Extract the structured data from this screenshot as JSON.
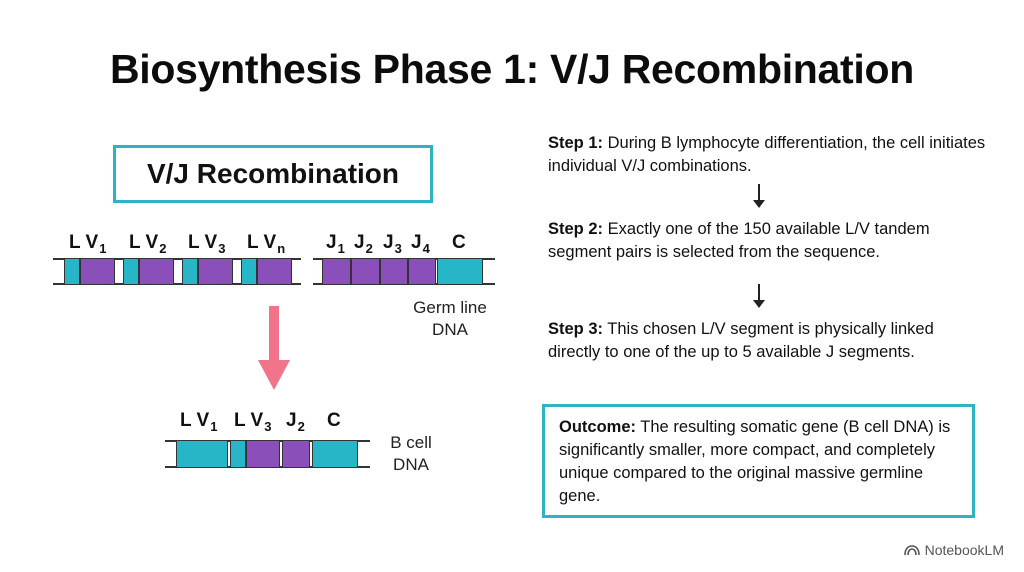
{
  "title": "Biosynthesis Phase 1: V/J Recombination",
  "diagram": {
    "box_label": "V/J Recombination",
    "germline": {
      "labels": [
        {
          "main": "L V",
          "sub": "1"
        },
        {
          "main": "L V",
          "sub": "2"
        },
        {
          "main": "L V",
          "sub": "3"
        },
        {
          "main": "L V",
          "sub": "n"
        },
        {
          "main": "J",
          "sub": "1"
        },
        {
          "main": "J",
          "sub": "2"
        },
        {
          "main": "J",
          "sub": "3"
        },
        {
          "main": "J",
          "sub": "4"
        },
        {
          "main": "C",
          "sub": ""
        }
      ],
      "caption_line1": "Germ line",
      "caption_line2": "DNA"
    },
    "bcell": {
      "labels": [
        {
          "main": "L V",
          "sub": "1"
        },
        {
          "main": "L V",
          "sub": "3"
        },
        {
          "main": "J",
          "sub": "2"
        },
        {
          "main": "C",
          "sub": ""
        }
      ],
      "caption_line1": "B cell",
      "caption_line2": "DNA"
    },
    "colors": {
      "leader": "#27b6c8",
      "segment": "#8a4fb8",
      "arrow": "#f0748a",
      "box_border": "#2eb3c4"
    }
  },
  "steps": [
    {
      "label": "Step 1:",
      "text": " During B lymphocyte differentiation, the cell initiates individual V/J combinations."
    },
    {
      "label": "Step 2:",
      "text": " Exactly one of the 150 available L/V tandem segment pairs is selected from the sequence."
    },
    {
      "label": "Step 3:",
      "text": " This chosen L/V segment is physically linked directly to one of the up to 5 available J segments."
    }
  ],
  "outcome": {
    "label": "Outcome:",
    "text": " The resulting somatic gene (B cell DNA) is significantly smaller, more compact, and completely unique compared to the original massive germline gene."
  },
  "brand": "NotebookLM"
}
